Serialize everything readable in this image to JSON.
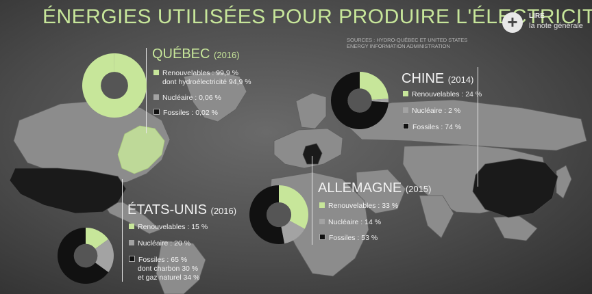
{
  "header": {
    "title": "ÉNERGIES UTILISÉES POUR PRODUIRE L'ÉLECTRICITÉ",
    "sources_line1": "SOURCES : HYDRO-QUÉBEC ET UNITED STATES",
    "sources_line2": "ENERGY INFORMATION ADMINISTRATION",
    "lire_label": "LIRE",
    "lire_sub": "la note générale",
    "plus_glyph": "+"
  },
  "colors": {
    "renewable": "#c7e69a",
    "nuclear": "#a3a3a3",
    "fossil": "#111111",
    "title": "#c7e69a",
    "heading": "#f2f2f2"
  },
  "chart_data": [
    {
      "type": "pie",
      "title": "QUÉBEC",
      "year": "(2016)",
      "categories": [
        "Renouvelables",
        "Nucléaire",
        "Fossiles"
      ],
      "values": [
        99.9,
        0.06,
        0.02
      ],
      "labels": [
        "Renouvelables : 99,9 %",
        "Nucléaire : 0,06 %",
        "Fossiles : 0,02 %"
      ],
      "notes": [
        "dont hydroélectricité 94,9 %"
      ]
    },
    {
      "type": "pie",
      "title": "CHINE",
      "year": "(2014)",
      "categories": [
        "Renouvelables",
        "Nucléaire",
        "Fossiles"
      ],
      "values": [
        24,
        2,
        74
      ],
      "labels": [
        "Renouvelables : 24 %",
        "Nucléaire : 2 %",
        "Fossiles : 74 %"
      ]
    },
    {
      "type": "pie",
      "title": "ALLEMAGNE",
      "year": "(2015)",
      "categories": [
        "Renouvelables",
        "Nucléaire",
        "Fossiles"
      ],
      "values": [
        33,
        14,
        53
      ],
      "labels": [
        "Renouvelables : 33 %",
        "Nucléaire : 14 %",
        "Fossiles : 53 %"
      ]
    },
    {
      "type": "pie",
      "title": "ÉTATS-UNIS",
      "year": "(2016)",
      "categories": [
        "Renouvelables",
        "Nucléaire",
        "Fossiles"
      ],
      "values": [
        15,
        20,
        65
      ],
      "labels": [
        "Renouvelables : 15 %",
        "Nucléaire : 20 %",
        "Fossiles : 65 %"
      ],
      "notes": [
        "dont charbon 30 %",
        "et gaz naturel 34 %"
      ]
    }
  ]
}
